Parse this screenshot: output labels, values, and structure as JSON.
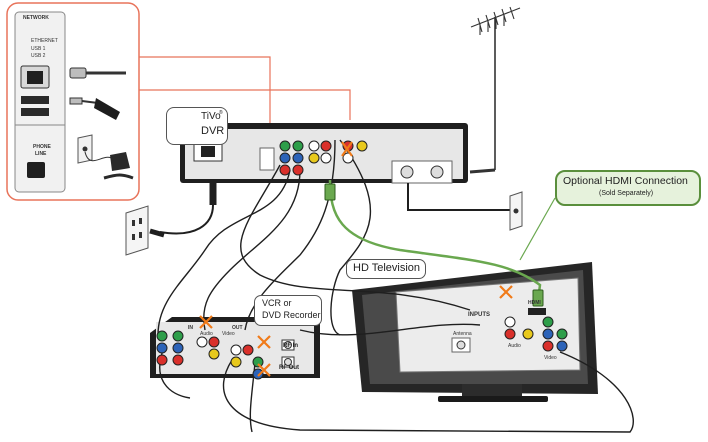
{
  "panel": {
    "network": "NETWORK",
    "ethernet": "ETHERNET",
    "usb1": "USB 1",
    "usb2": "USB 2",
    "phone": "PHONE",
    "line": "LINE"
  },
  "tivo": {
    "logo_text": "TiVo",
    "trademark": "®",
    "name": "TiVo",
    "product": "DVR"
  },
  "hdmi_callout": {
    "title": "Optional HDMI Connection",
    "subtitle": "(Sold Separately)"
  },
  "tv": {
    "label": "HD Television",
    "inputs": "INPUTS",
    "hdmi": "HDMI",
    "audio": "Audio",
    "video": "Video",
    "antenna": "Antenna"
  },
  "vcr": {
    "label_line1": "VCR or",
    "label_line2": "DVD Recorder",
    "in": "IN",
    "out": "OUT",
    "audio": "Audio",
    "video": "Video",
    "rf_in": "RF In",
    "rf_out": "RF Out"
  },
  "colors": {
    "panel_border": "#e8735a",
    "hdmi_green": "#6aa84f",
    "callout_fill": "#e6f2dc",
    "callout_border": "#5a8f3c",
    "cable_black": "#222222",
    "rca_yellow": "#e8c91c",
    "rca_red": "#d9302b",
    "rca_white": "#ffffff",
    "rca_green": "#2e9e4a",
    "rca_blue": "#2c63b8",
    "cross_orange": "#f07a18"
  }
}
